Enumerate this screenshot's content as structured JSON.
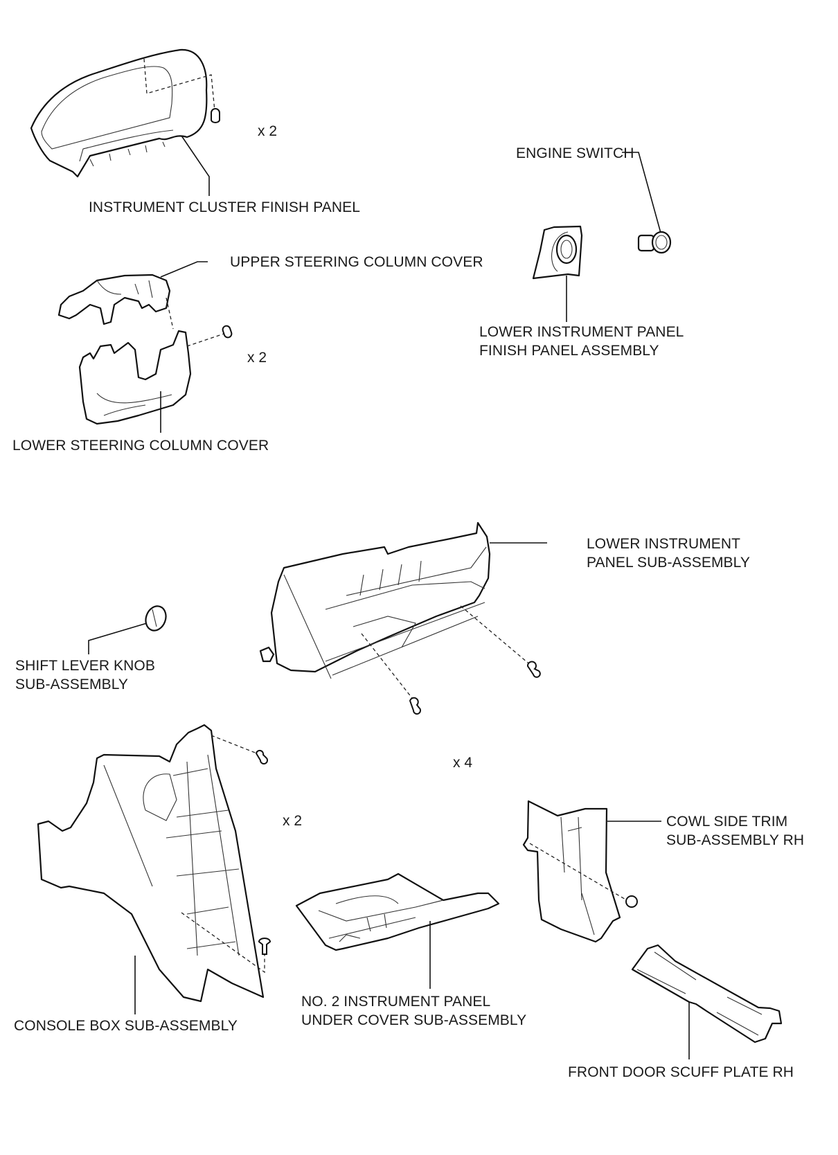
{
  "diagram": {
    "type": "exploded-parts-view",
    "parts": [
      {
        "id": "instrument-cluster-finish-panel",
        "label": [
          "INSTRUMENT CLUSTER FINISH PANEL"
        ],
        "fastener_qty": "x 2"
      },
      {
        "id": "engine-switch",
        "label": [
          "ENGINE SWITCH"
        ]
      },
      {
        "id": "lower-instrument-panel-finish-panel-assembly",
        "label": [
          "LOWER INSTRUMENT PANEL",
          "FINISH PANEL ASSEMBLY"
        ]
      },
      {
        "id": "upper-steering-column-cover",
        "label": [
          "UPPER STEERING COLUMN COVER"
        ],
        "fastener_qty": "x 2"
      },
      {
        "id": "lower-steering-column-cover",
        "label": [
          "LOWER STEERING COLUMN COVER"
        ]
      },
      {
        "id": "lower-instrument-panel-sub-assembly",
        "label": [
          "LOWER INSTRUMENT",
          "PANEL SUB-ASSEMBLY"
        ],
        "fastener_qty": "x 4"
      },
      {
        "id": "shift-lever-knob-sub-assembly",
        "label": [
          "SHIFT LEVER KNOB",
          "SUB-ASSEMBLY"
        ]
      },
      {
        "id": "console-box-sub-assembly",
        "label": [
          "CONSOLE BOX SUB-ASSEMBLY"
        ],
        "fastener_qty": "x 2"
      },
      {
        "id": "no2-instrument-panel-under-cover-sub-assembly",
        "label": [
          "NO. 2 INSTRUMENT PANEL",
          "UNDER COVER SUB-ASSEMBLY"
        ]
      },
      {
        "id": "cowl-side-trim-sub-assembly-rh",
        "label": [
          "COWL SIDE TRIM",
          "SUB-ASSEMBLY RH"
        ]
      },
      {
        "id": "front-door-scuff-plate-rh",
        "label": [
          "FRONT DOOR SCUFF PLATE RH"
        ]
      }
    ]
  }
}
